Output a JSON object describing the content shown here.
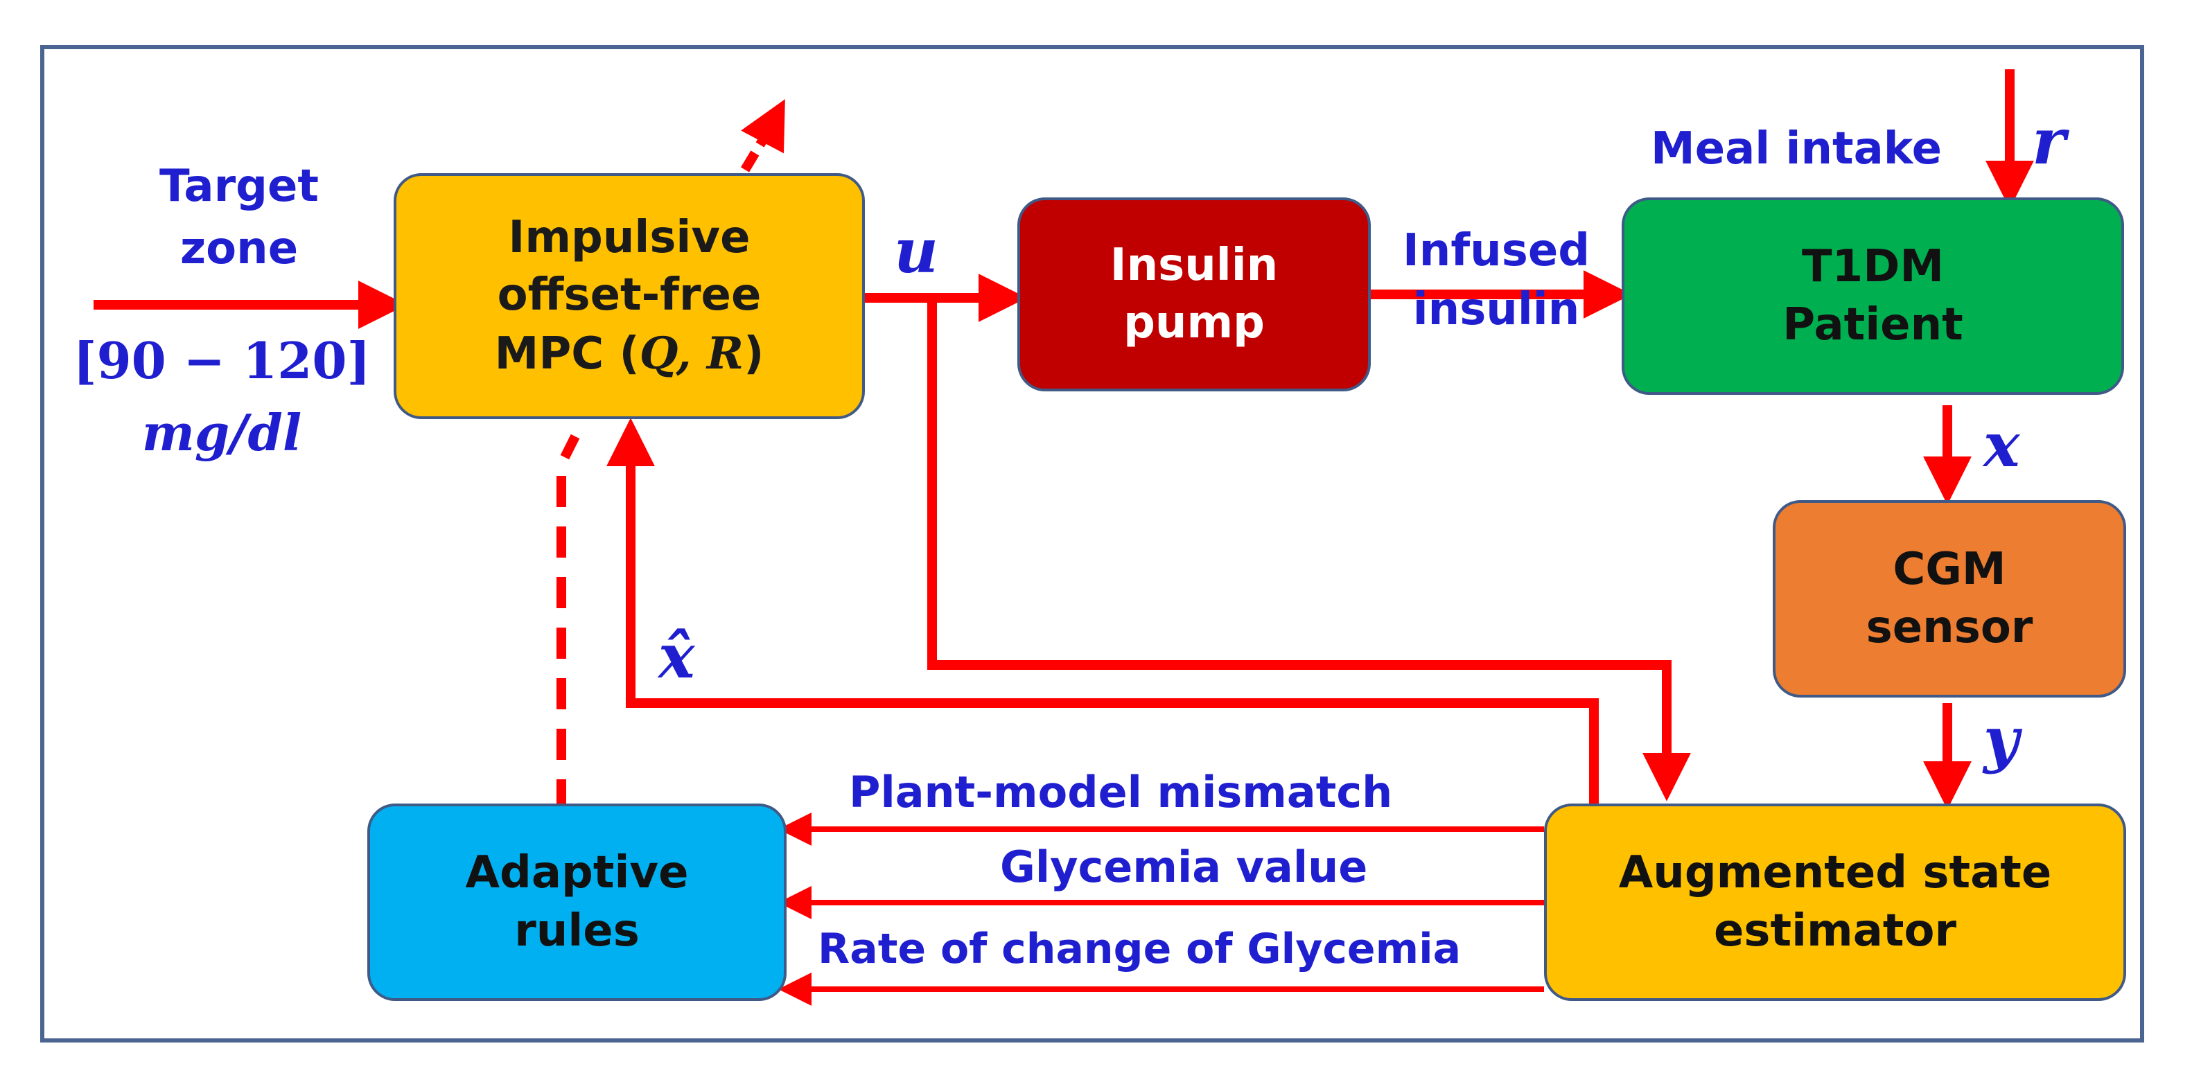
{
  "blocks": {
    "mpc": {
      "line1": "Impulsive",
      "line2": "offset-free",
      "line3_prefix": "MPC (",
      "line3_args": "Q, R",
      "line3_suffix": ")"
    },
    "pump": {
      "line1": "Insulin",
      "line2": "pump"
    },
    "patient": {
      "line1": "T1DM",
      "line2": "Patient"
    },
    "cgm": {
      "line1": "CGM",
      "line2": "sensor"
    },
    "estimator": {
      "line1": "Augmented state",
      "line2": "estimator"
    },
    "adaptive": {
      "line1": "Adaptive",
      "line2": "rules"
    }
  },
  "labels": {
    "target_line1": "Target",
    "target_line2": "zone",
    "range": "[90 − 120]",
    "units": "mg/dl",
    "u": "u",
    "infused_line1": "Infused",
    "infused_line2": "insulin",
    "meal": "Meal intake",
    "r": "r",
    "x": "x",
    "y": "y",
    "xhat": "x̂",
    "mismatch": "Plant-model mismatch",
    "glycemia": "Glycemia value",
    "rate": "Rate of change of Glycemia"
  },
  "colors": {
    "mpc": "#ffc000",
    "pump": "#c00000",
    "patient": "#00b050",
    "cgm": "#ed7d31",
    "estimator": "#ffc000",
    "adaptive": "#00b0f0",
    "arrow": "#ff0000",
    "label": "#1f1fd0",
    "frame": "#4a6591"
  }
}
